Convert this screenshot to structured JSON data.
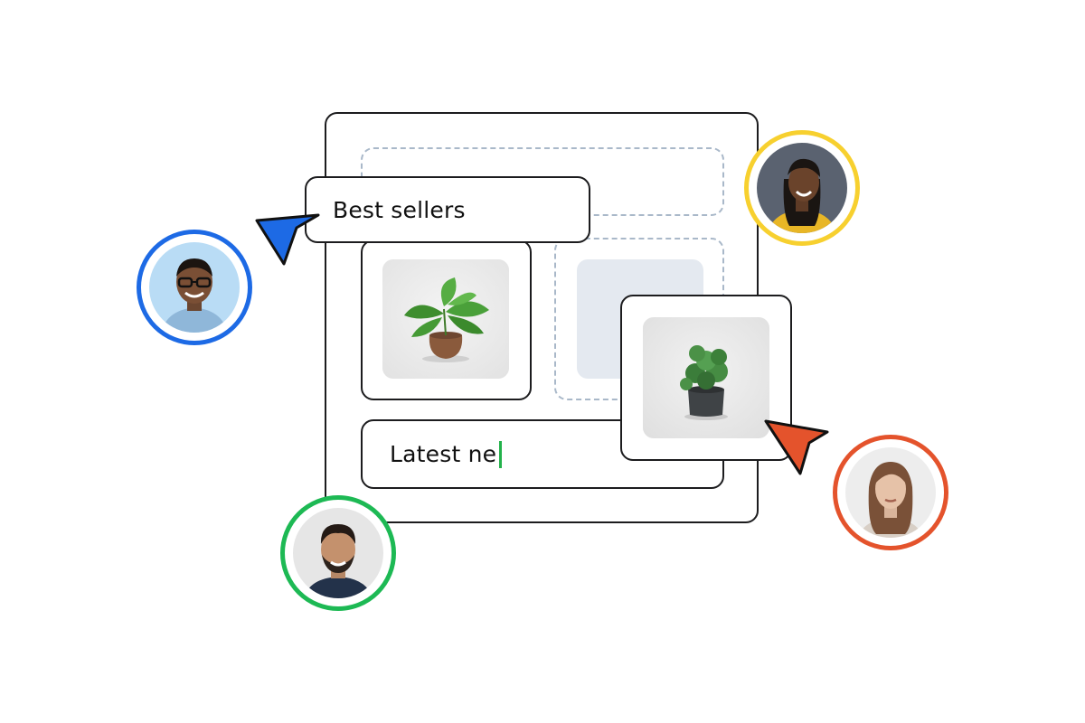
{
  "canvas": {
    "blocks": {
      "best_sellers_label": "Best sellers",
      "latest_input_value": "Latest ne"
    }
  },
  "collaborators": [
    {
      "color": "#1d6ae5",
      "name": "blue"
    },
    {
      "color": "#f7d02f",
      "name": "yellow"
    },
    {
      "color": "#1db954",
      "name": "green"
    },
    {
      "color": "#e4532c",
      "name": "orange"
    }
  ],
  "colors": {
    "outline": "#1c1c1e",
    "placeholder_dash": "#a9b8c9",
    "placeholder_fill": "#e4e9f0",
    "caret": "#23b24b"
  },
  "icons": {
    "blue_cursor": "cursor-arrow-icon",
    "orange_cursor": "cursor-arrow-icon"
  }
}
